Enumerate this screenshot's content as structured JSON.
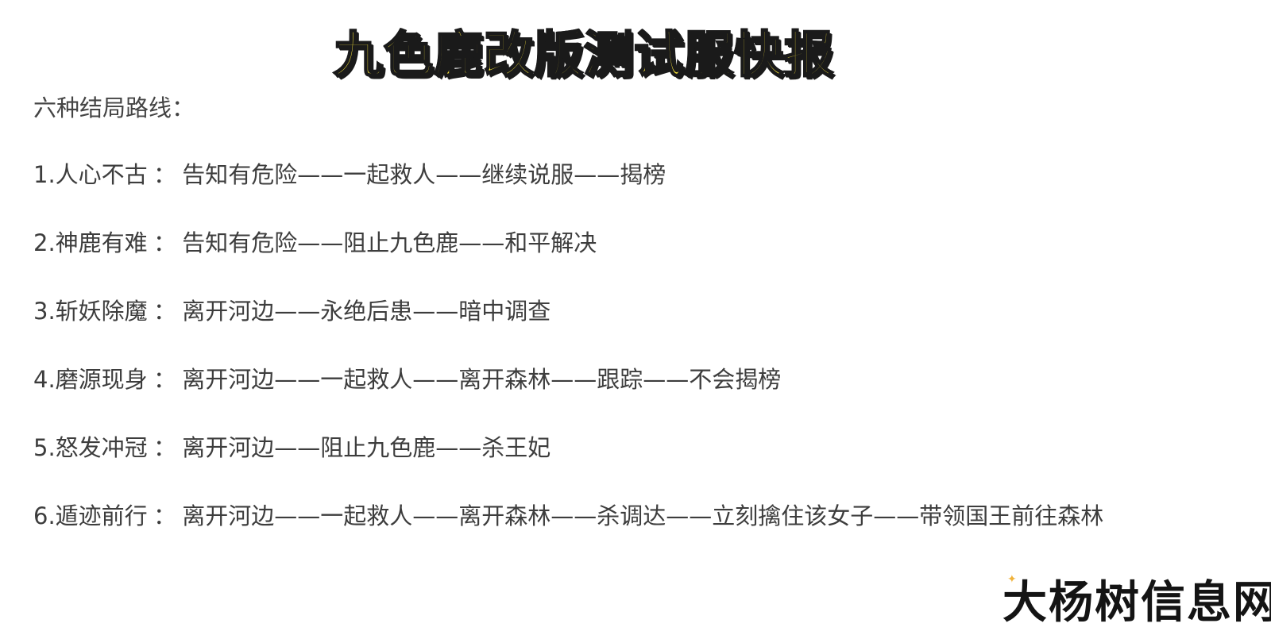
{
  "header": {
    "title": "九色鹿改版测试服快报",
    "title_fill_color": "#f7e33a",
    "title_stroke_color": "#1a1a1a"
  },
  "content": {
    "subtitle": "六种结局路线：",
    "routes": [
      {
        "number": "1.",
        "name": "人心不古",
        "separator": "：",
        "steps_text": "告知有危险——一起救人——继续说服——揭榜",
        "steps": [
          "告知有危险",
          "一起救人",
          "继续说服",
          "揭榜"
        ]
      },
      {
        "number": "2.",
        "name": "神鹿有难",
        "separator": "：",
        "steps_text": "告知有危险——阻止九色鹿——和平解决",
        "steps": [
          "告知有危险",
          "阻止九色鹿",
          "和平解决"
        ]
      },
      {
        "number": "3.",
        "name": "斩妖除魔",
        "separator": "：",
        "steps_text": "离开河边——永绝后患——暗中调查",
        "steps": [
          "离开河边",
          "永绝后患",
          "暗中调查"
        ]
      },
      {
        "number": "4.",
        "name": "磨源现身",
        "separator": "：",
        "steps_text": "离开河边——一起救人——离开森林——跟踪——不会揭榜",
        "steps": [
          "离开河边",
          "一起救人",
          "离开森林",
          "跟踪",
          "不会揭榜"
        ]
      },
      {
        "number": "5.",
        "name": "怒发冲冠",
        "separator": "：",
        "steps_text": "离开河边——阻止九色鹿——杀王妃",
        "steps": [
          "离开河边",
          "阻止九色鹿",
          "杀王妃"
        ]
      },
      {
        "number": "6.",
        "name": "遁迹前行",
        "separator": "：",
        "steps_text": "离开河边——一起救人——离开森林——杀调达——立刻擒住该女子——带领国王前往森林",
        "steps": [
          "离开河边",
          "一起救人",
          "离开森林",
          "杀调达",
          "立刻擒住该女子",
          "带领国王前往森林"
        ]
      }
    ]
  },
  "watermark": {
    "text": "大杨树信息网",
    "icon": "star-icon",
    "icon_color": "#f0b23a"
  }
}
